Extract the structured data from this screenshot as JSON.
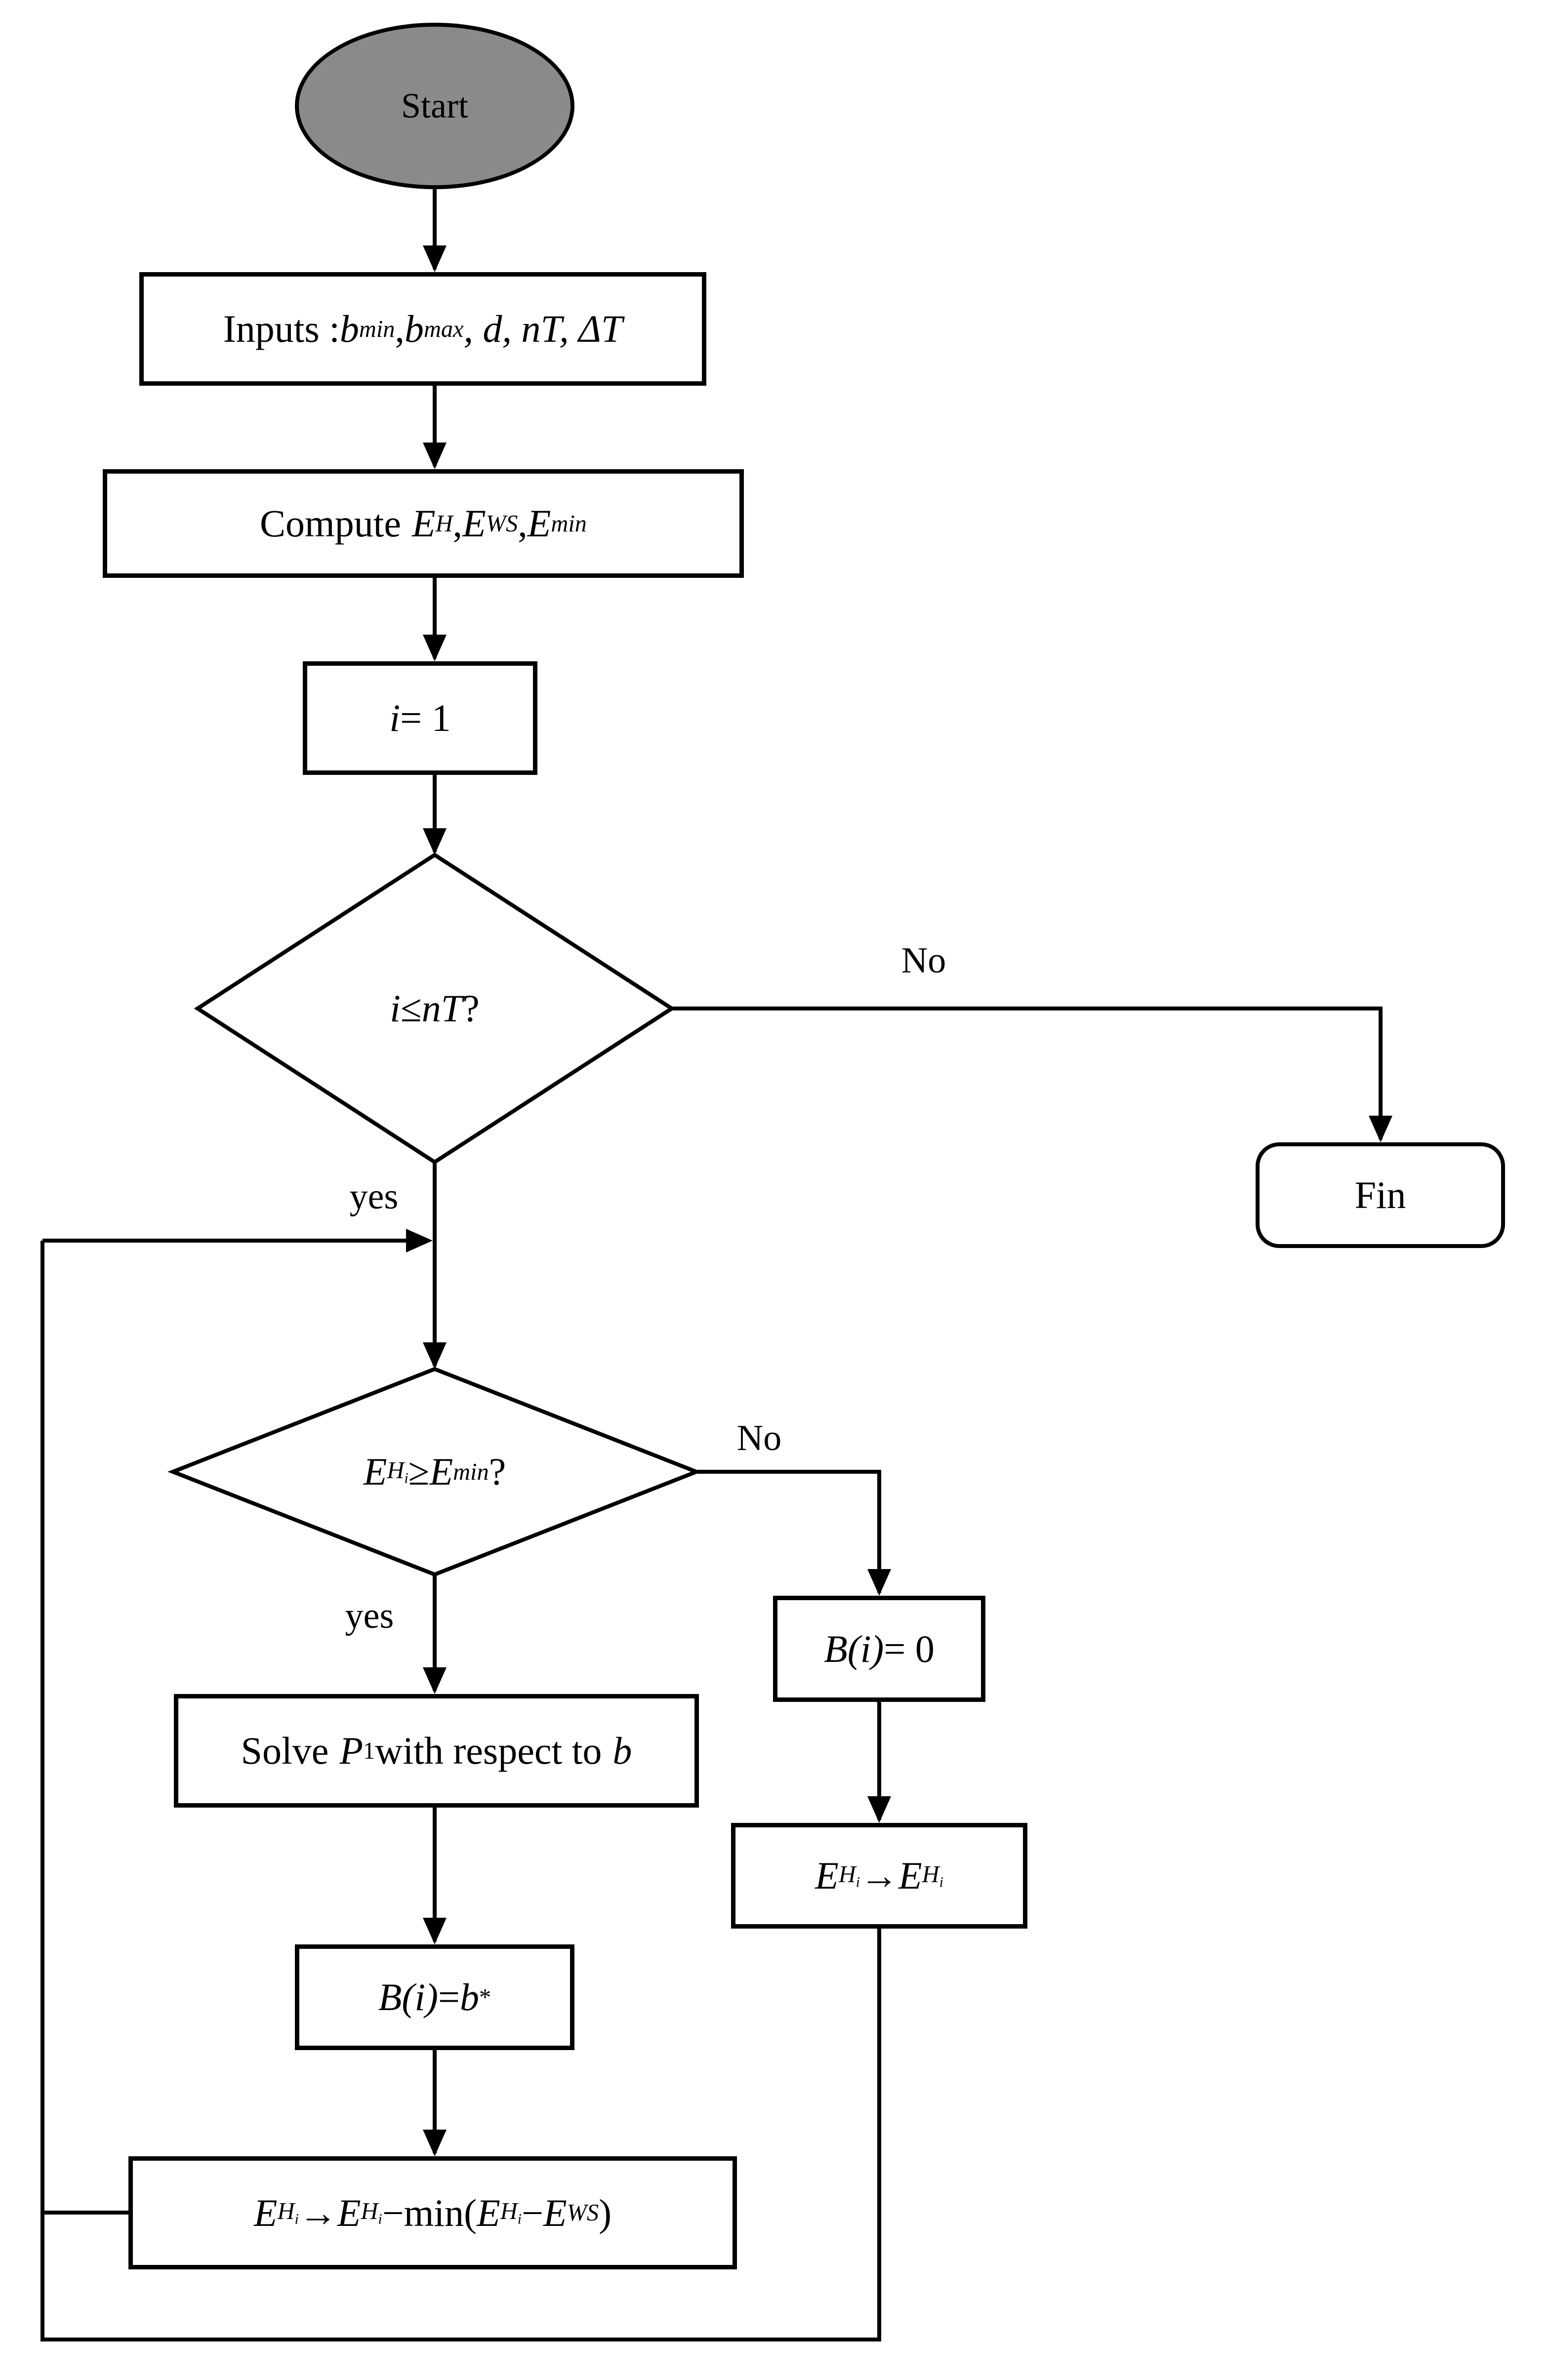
{
  "style": {
    "background": "#ffffff",
    "line_color": "#000000",
    "start_fill": "#8a8a8a"
  },
  "nodes": {
    "start": {
      "label": "Start"
    },
    "inputs": {
      "prefix": "Inputs : ",
      "b1": "b",
      "b1_sub": "min",
      "comma1": ", ",
      "b2": "b",
      "b2_sub": "max",
      "tail": ", d, nT, ΔT"
    },
    "compute": {
      "prefix": "Compute",
      "E1": "E",
      "E1_sub": "H",
      "comma1": ", ",
      "E2": "E",
      "E2_sub": "WS",
      "comma2": ", ",
      "E3": "E",
      "E3_sub": "min"
    },
    "init": {
      "i": "i",
      "eq": " = 1"
    },
    "cond1": {
      "i": "i",
      "op": " ≤ ",
      "nT": "nT",
      "q": " ?"
    },
    "fin": {
      "label": "Fin"
    },
    "cond2": {
      "E1": "E",
      "E1_sub": "H",
      "E1_subsub": "i",
      "op": " ≥ ",
      "E2": "E",
      "E2_sub": "min",
      "q": " ?"
    },
    "bzero": {
      "expr": "B(i)",
      "eq": " = 0"
    },
    "epass": {
      "E1": "E",
      "E1_sub": "H",
      "E1_subsub": "i",
      "arrow": " → ",
      "E2": "E",
      "E2_sub": "H",
      "E2_subsub": "i"
    },
    "solve": {
      "pre": "Solve",
      "P": "P",
      "P_sub": "1",
      "mid": " with respect to ",
      "b": "b"
    },
    "bstar": {
      "expr": "B(i)",
      "eq": " = ",
      "b": "b",
      "star": "*"
    },
    "update": {
      "E1": "E",
      "E1_sub": "H",
      "E1_subsub": "i",
      "arrow": " → ",
      "E2": "E",
      "E2_sub": "H",
      "E2_subsub": "i",
      "minus1": " − ",
      "minfn": "min(",
      "E3": "E",
      "E3_sub": "H",
      "E3_subsub": "i",
      "minus2": " − ",
      "E4": "E",
      "E4_sub": "WS",
      "close": ")"
    }
  },
  "edge_labels": {
    "no1": "No",
    "yes1": "yes",
    "no2": "No",
    "yes2": "yes"
  }
}
